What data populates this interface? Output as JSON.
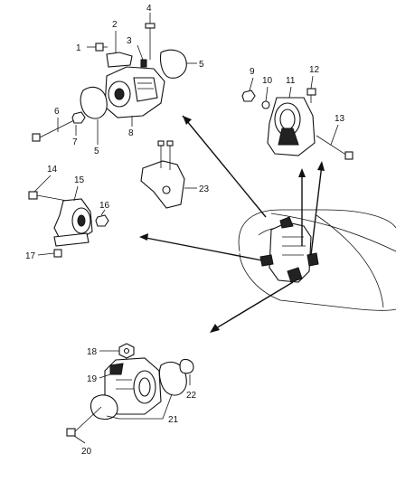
{
  "diagram": {
    "callouts": [
      {
        "id": "c1",
        "text": "1"
      },
      {
        "id": "c2",
        "text": "2"
      },
      {
        "id": "c3",
        "text": "3"
      },
      {
        "id": "c4",
        "text": "4"
      },
      {
        "id": "c5a",
        "text": "5"
      },
      {
        "id": "c5b",
        "text": "5"
      },
      {
        "id": "c6",
        "text": "6"
      },
      {
        "id": "c7",
        "text": "7"
      },
      {
        "id": "c8",
        "text": "8"
      },
      {
        "id": "c9",
        "text": "9"
      },
      {
        "id": "c10",
        "text": "10"
      },
      {
        "id": "c11",
        "text": "11"
      },
      {
        "id": "c12",
        "text": "12"
      },
      {
        "id": "c13",
        "text": "13"
      },
      {
        "id": "c14",
        "text": "14"
      },
      {
        "id": "c15",
        "text": "15"
      },
      {
        "id": "c16",
        "text": "16"
      },
      {
        "id": "c17",
        "text": "17"
      },
      {
        "id": "c18",
        "text": "18"
      },
      {
        "id": "c19",
        "text": "19"
      },
      {
        "id": "c20",
        "text": "20"
      },
      {
        "id": "c21",
        "text": "21"
      },
      {
        "id": "c22",
        "text": "22"
      },
      {
        "id": "c23",
        "text": "23"
      }
    ]
  }
}
